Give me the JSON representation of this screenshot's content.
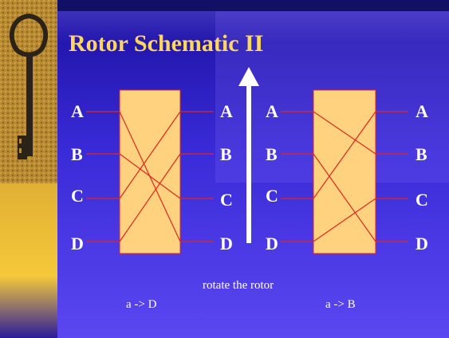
{
  "title": "Rotor Schematic II",
  "left_rotor": {
    "inputs": [
      "A",
      "B",
      "C",
      "D"
    ],
    "outputs": [
      "A",
      "B",
      "C",
      "D"
    ],
    "caption": "a -> D"
  },
  "right_rotor": {
    "inputs": [
      "A",
      "B",
      "C",
      "D"
    ],
    "outputs": [
      "A",
      "B",
      "C",
      "D"
    ],
    "caption": "a -> B"
  },
  "arrow_caption": "rotate the rotor",
  "colors": {
    "background": "#3a2bd8",
    "title": "#ffd75e",
    "rotor_fill": "#ffd27f",
    "wire": "#e0281f",
    "text": "#ffffff"
  }
}
